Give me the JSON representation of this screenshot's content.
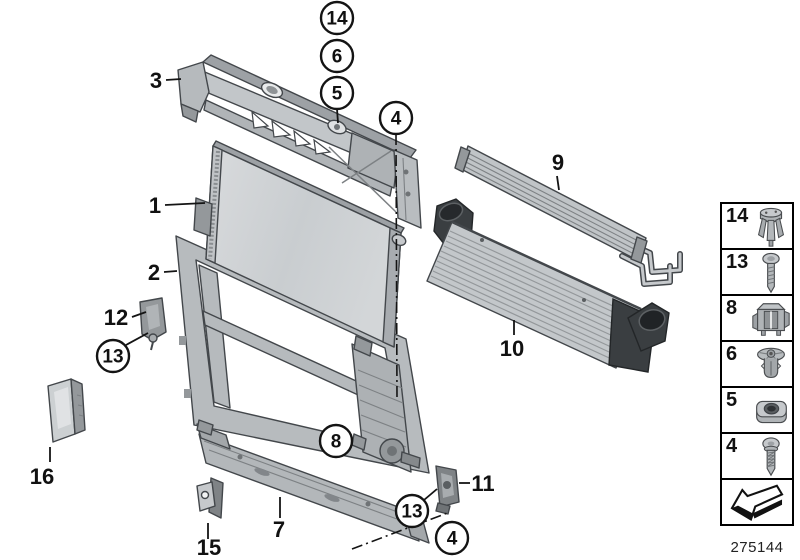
{
  "palette": {
    "background": "#ffffff",
    "line_art": "#43474b",
    "text": "#111111"
  },
  "diagram": {
    "callout_labels": {
      "p1": "1",
      "p2": "2",
      "p3": "3",
      "p7": "7",
      "p9": "9",
      "p10": "10",
      "p11": "11",
      "p12": "12",
      "p15": "15",
      "p16": "16",
      "c14": "14",
      "c6": "6",
      "c5": "5",
      "c4_top": "4",
      "c8": "8",
      "c13_left": "13",
      "c13_bottom": "13",
      "c4_bottom": "4"
    }
  },
  "legend": {
    "items": [
      {
        "number": "14",
        "icon": "expansion-rivet-icon"
      },
      {
        "number": "13",
        "icon": "pan-head-screw-icon"
      },
      {
        "number": "8",
        "icon": "mounting-clip-icon"
      },
      {
        "number": "6",
        "icon": "rubber-grommet-icon"
      },
      {
        "number": "5",
        "icon": "cage-nut-icon"
      },
      {
        "number": "4",
        "icon": "self-tapping-screw-icon"
      }
    ],
    "direction_indicator_icon": "front-direction-arrow-icon"
  },
  "footer": {
    "drawing_number": "275144"
  }
}
